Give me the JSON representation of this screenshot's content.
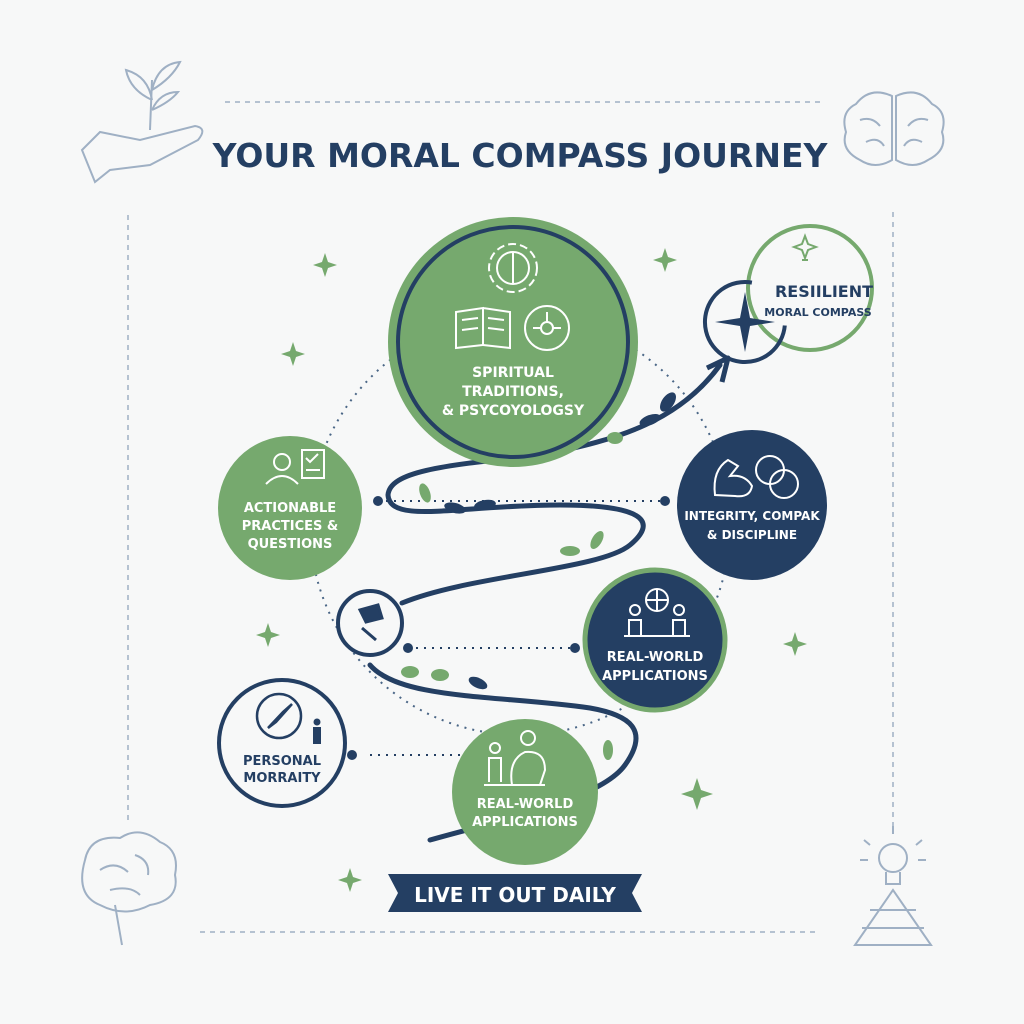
{
  "title": "YOUR MORAL COMPASS JOURNEY",
  "colors": {
    "green": "#76a96e",
    "navy": "#243f63",
    "background": "#f7f8f8",
    "line": "#9fb0c4"
  },
  "nodes": {
    "spiritual": {
      "line1": "SPIRITUAL",
      "line2": "TRADITIONS,",
      "line3": "& PSYCOYOLOGSY",
      "icons": [
        "brain-gear-icon",
        "book-icon",
        "neuron-icon"
      ]
    },
    "resilient": {
      "line1": "RESIILIENT",
      "line2": "MORAL COMPASS",
      "icons": [
        "compass-rose-icon",
        "lightbulb-icon"
      ]
    },
    "actionable": {
      "line1": "ACTIONABLE",
      "line2": "PRACTICES &",
      "line3": "QUESTIONS",
      "icons": [
        "person-checklist-icon"
      ]
    },
    "integrity": {
      "line1": "INTEGRITY, COMPAK",
      "line2": "& DISCIPLINE",
      "icons": [
        "muscle-arm-icon",
        "brain-icon"
      ]
    },
    "real_world_navy": {
      "line1": "REAL-WORLD",
      "line2": "APPLICATIONS",
      "icons": [
        "people-globe-icon"
      ]
    },
    "personal": {
      "line1": "PERSONAL",
      "line2": "MORRAITY",
      "icons": [
        "compass-icon",
        "person-icon"
      ]
    },
    "real_world_green": {
      "line1": "REAL-WORLD",
      "line2": "APPLICATIONS",
      "icons": [
        "person-head-icon"
      ]
    }
  },
  "banner": "LIVE IT OUT DAILY",
  "decor_icons": [
    "hand-plant-icon",
    "brain-icon",
    "brain-icon",
    "lightbulb-pyramid-icon",
    "sparkle-icon",
    "footprints-icon"
  ]
}
